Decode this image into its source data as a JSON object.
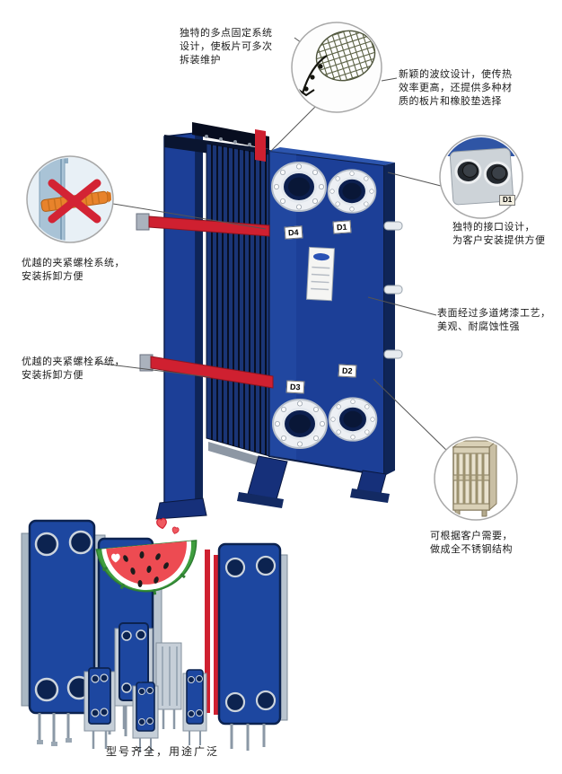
{
  "page": {
    "caption": "型号齐全，用途广泛"
  },
  "annotations": {
    "fixing_system": "独特的多点固定系统\n设计，使板片可多次\n拆装维护",
    "corrugation": "新颖的波纹设计，使传热\n效率更高，还提供多种材\n质的板片和橡胶垫选择",
    "clamp_bolt_upper": "优越的夹紧螺栓系统，\n安装拆卸方便",
    "clamp_bolt_lower": "优越的夹紧螺栓系统，\n安装拆卸方便",
    "port_design": "独特的接口设计，\n为客户安装提供方便",
    "paint_finish": "表面经过多道烤漆工艺，\n美观、耐腐蚀性强",
    "stainless_frame": "可根据客户需要，\n做成全不锈钢结构"
  },
  "port_labels": {
    "d1": "D1",
    "d2": "D2",
    "d3": "D3",
    "d4": "D4",
    "callout_d1": "D1"
  },
  "colors": {
    "machine_blue": "#1d3f97",
    "machine_dark": "#0c1f4e",
    "accent_red": "#cf2030",
    "port_white": "#edf0f4",
    "bolt_orange": "#e8832b",
    "steel_tan": "#e9e2cf",
    "lineup_blue": "#1d47a0",
    "melon_red": "#ed4b52",
    "melon_green": "#3f9e3f"
  }
}
